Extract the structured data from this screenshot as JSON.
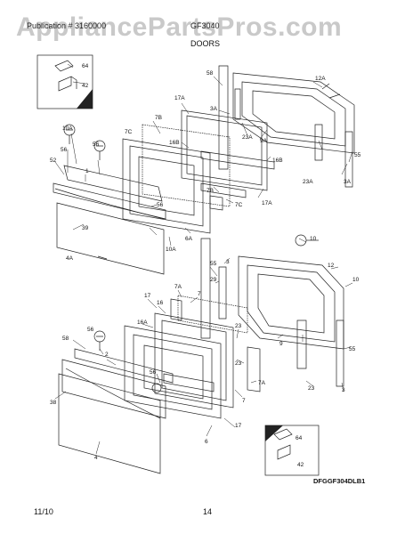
{
  "header": {
    "watermark": "AppliancePartsPros.com",
    "publication": "Publication # 3160000",
    "model": "GF3040",
    "section": "DOORS"
  },
  "callouts": {
    "c64a": "64",
    "c42a": "42",
    "c58a": "58",
    "c12A": "12A",
    "c3Aa": "3A",
    "c23Aa": "23A",
    "c9A": "9A",
    "c23Ab": "23A",
    "c3Ab": "3A",
    "c55a": "55",
    "c17Aa": "17A",
    "c7B1": "7B",
    "c16B1": "16B",
    "c16B2": "16B",
    "c7C1": "7C",
    "c7B2": "7B",
    "c7C2": "7C",
    "c17Ab": "17A",
    "c10A": "10A",
    "c56a": "56",
    "c56b": "56",
    "c52": "52",
    "c1": "1",
    "c56c": "56",
    "c39": "39",
    "c4A": "4A",
    "c10Ab": "10A",
    "c6A": "6A",
    "c10": "10",
    "c55b": "55",
    "c3": "3",
    "c29": "29",
    "c12": "12",
    "c10b": "10",
    "c17": "17",
    "c7A1": "7A",
    "c7": "7",
    "c16": "16",
    "c16A": "16A",
    "c23a": "23",
    "c9": "9",
    "c55c": "55",
    "c56d": "56",
    "c58b": "58",
    "c2": "2",
    "c38": "38",
    "c56e": "56",
    "c23b": "23",
    "c7A2": "7A",
    "c7b": "7",
    "c23c": "23",
    "c3b": "3",
    "c4": "4",
    "c17b": "17",
    "c6": "6",
    "c64b": "64",
    "c42b": "42"
  },
  "footer": {
    "drawing_number": "DFGGF304DLB1",
    "date": "11/10",
    "page": "14"
  }
}
